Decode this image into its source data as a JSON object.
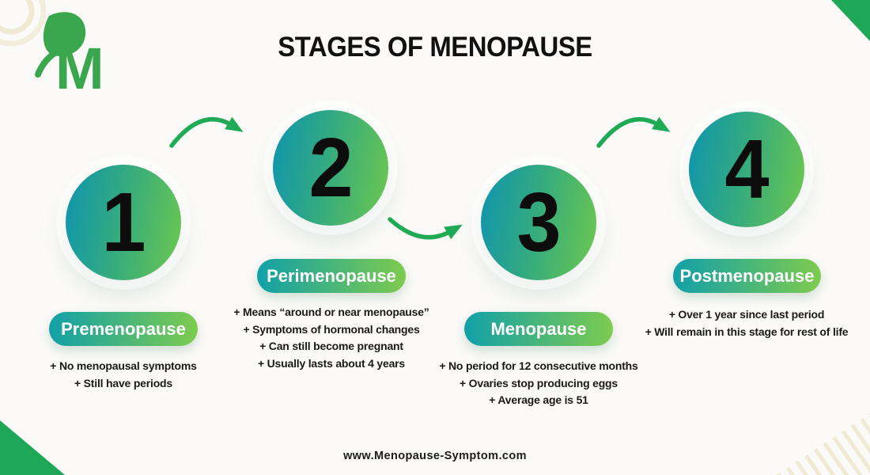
{
  "page": {
    "title": "STAGES OF MENOPAUSE",
    "footer": "www.Menopause-Symptom.com",
    "logo_letter": "M"
  },
  "colors": {
    "background": "#fbfaf8",
    "corner_green": "#1ea757",
    "logo_green": "#3aa74e",
    "arrow_green": "#1fab55",
    "circle_gradient_start": "#0e94b0",
    "circle_gradient_end": "#6dc84e",
    "pill_gradient_start": "#12a0a8",
    "pill_gradient_end": "#7ecb4e",
    "pill_text": "#ffffff",
    "text": "#1a1a1a",
    "cream_decor": "#eee7cd"
  },
  "stages": [
    {
      "number": "1",
      "label": "Premenopause",
      "bullets": [
        "+ No menopausal symptoms",
        "+ Still have periods"
      ]
    },
    {
      "number": "2",
      "label": "Perimenopause",
      "bullets": [
        "+ Means “around or near menopause”",
        "+ Symptoms of hormonal changes",
        "+ Can still become pregnant",
        "+ Usually lasts about 4 years"
      ]
    },
    {
      "number": "3",
      "label": "Menopause",
      "bullets": [
        "+ No period for 12 consecutive months",
        "+ Ovaries stop producing eggs",
        "+ Average age is 51"
      ]
    },
    {
      "number": "4",
      "label": "Postmenopause",
      "bullets": [
        "+ Over 1 year since last period",
        "+ Will remain in this stage for rest of life"
      ]
    }
  ]
}
